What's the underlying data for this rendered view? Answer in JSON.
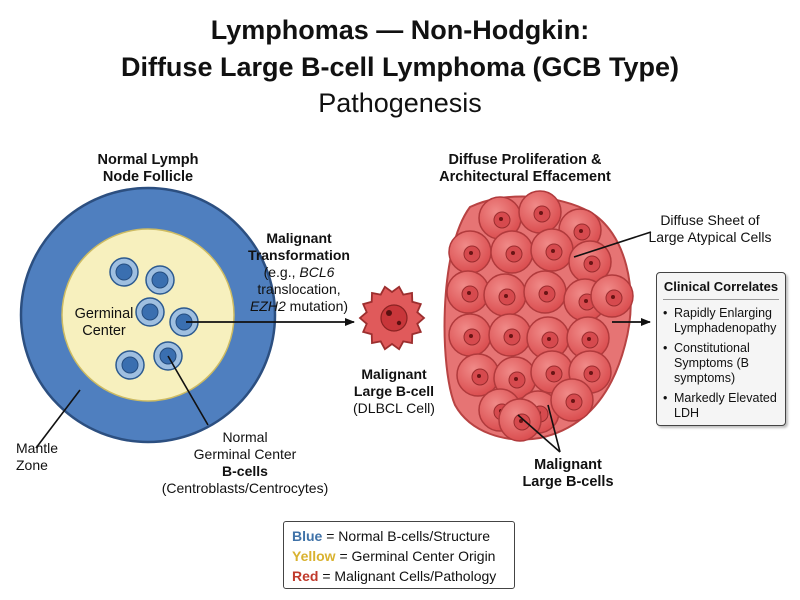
{
  "title": {
    "line1": "Lymphomas — Non-Hodgkin:",
    "line2": "Diffuse Large B-cell Lymphoma (GCB Type)",
    "line3": "Pathogenesis"
  },
  "follicle": {
    "heading_line1": "Normal Lymph",
    "heading_line2": "Node Follicle",
    "germinal_center_line1": "Germinal",
    "germinal_center_line2": "Center",
    "mantle_line1": "Mantle",
    "mantle_line2": "Zone",
    "bcells_line1": "Normal",
    "bcells_line2": "Germinal Center",
    "bcells_line3": "B-cells",
    "bcells_line4": "(Centroblasts/Centrocytes)"
  },
  "transformation": {
    "line1": "Malignant",
    "line2": "Transformation",
    "line3_prefix": "(e.g., ",
    "gene1": "BCL6",
    "line4": "translocation,",
    "gene2": "EZH2",
    "line5_suffix": " mutation)"
  },
  "malignant_cell": {
    "line1": "Malignant",
    "line2": "Large B-cell",
    "line3": "(DLBCL Cell)"
  },
  "proliferation": {
    "heading_line1": "Diffuse Proliferation &",
    "heading_line2": "Architectural Effacement",
    "sheet_line1": "Diffuse Sheet of",
    "sheet_line2": "Large Atypical Cells",
    "cells_line1": "Malignant",
    "cells_line2": "Large B-cells"
  },
  "clinical": {
    "title": "Clinical Correlates",
    "items": [
      "Rapidly Enlarging Lymphadenopathy",
      "Constitutional Symptoms (B symptoms)",
      "Markedly Elevated LDH"
    ]
  },
  "legend": {
    "blue_key": "Blue",
    "blue_text": " = Normal B-cells/Structure",
    "yellow_key": "Yellow",
    "yellow_text": " = Germinal Center Origin",
    "red_key": "Red",
    "red_text": " = Malignant Cells/Pathology"
  },
  "colors": {
    "blue": "#3f72a8",
    "yellow": "#d9b22f",
    "red": "#c0392b",
    "mantle_fill": "#4f7fbf",
    "germinal_fill": "#f7f0be",
    "malignant_fill": "#e8595a"
  }
}
